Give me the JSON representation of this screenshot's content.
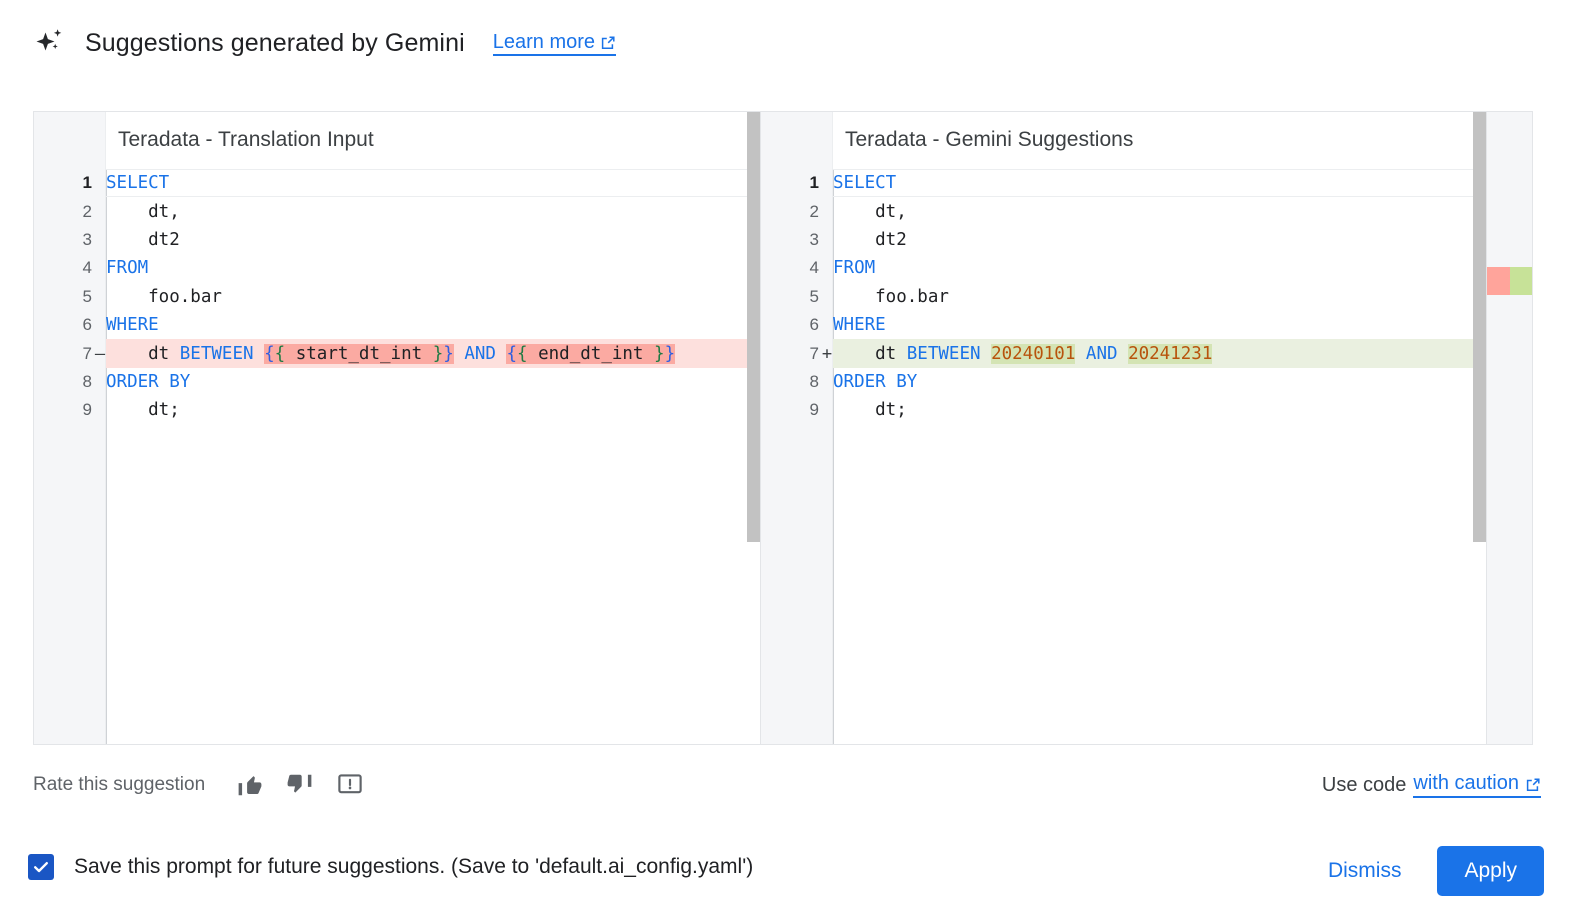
{
  "header": {
    "icon": "sparkle-icon",
    "title": "Suggestions generated by Gemini",
    "learn_more": "Learn more",
    "learn_more_icon": "external-link-icon"
  },
  "accent_colors": {
    "link": "#1a73e8",
    "primary_button": "#1a73e8",
    "checkbox": "#1a56c4",
    "diff_delete_bg": "#fde0dd",
    "diff_delete_token": "#fbaaa2",
    "diff_add_bg": "#eaf0e0",
    "diff_add_token": "#d4e4b4",
    "ruler_delete": "#ffa49b",
    "ruler_add": "#c7e298",
    "keyword": "#1a73e8",
    "number": "#b8530c"
  },
  "diff": {
    "left": {
      "title": "Teradata - Translation Input",
      "lines": [
        {
          "n": "1",
          "sign": "",
          "state": "current",
          "tokens": [
            {
              "t": "SELECT",
              "c": "kw"
            }
          ]
        },
        {
          "n": "2",
          "sign": "",
          "state": "normal",
          "tokens": [
            {
              "t": "    dt,",
              "c": "plain"
            }
          ]
        },
        {
          "n": "3",
          "sign": "",
          "state": "normal",
          "tokens": [
            {
              "t": "    dt2",
              "c": "plain"
            }
          ]
        },
        {
          "n": "4",
          "sign": "",
          "state": "normal",
          "tokens": [
            {
              "t": "FROM",
              "c": "kw"
            }
          ]
        },
        {
          "n": "5",
          "sign": "",
          "state": "normal",
          "tokens": [
            {
              "t": "    foo.bar",
              "c": "plain"
            }
          ]
        },
        {
          "n": "6",
          "sign": "",
          "state": "normal",
          "tokens": [
            {
              "t": "WHERE",
              "c": "kw"
            }
          ]
        },
        {
          "n": "7",
          "sign": "—",
          "state": "delete",
          "tokens": [
            {
              "t": "    dt ",
              "c": "plain"
            },
            {
              "t": "BETWEEN",
              "c": "kw"
            },
            {
              "t": " ",
              "c": "plain"
            },
            {
              "t": "{{ start_dt_int }}",
              "c": "tpl",
              "hl": "del"
            },
            {
              "t": " ",
              "c": "plain"
            },
            {
              "t": "AND",
              "c": "kw"
            },
            {
              "t": " ",
              "c": "plain"
            },
            {
              "t": "{{ end_dt_int }}",
              "c": "tpl",
              "hl": "del"
            }
          ]
        },
        {
          "n": "8",
          "sign": "",
          "state": "normal",
          "tokens": [
            {
              "t": "ORDER BY",
              "c": "kw"
            }
          ]
        },
        {
          "n": "9",
          "sign": "",
          "state": "normal",
          "tokens": [
            {
              "t": "    dt;",
              "c": "plain"
            }
          ]
        }
      ]
    },
    "right": {
      "title": "Teradata - Gemini Suggestions",
      "lines": [
        {
          "n": "1",
          "sign": "",
          "state": "current",
          "tokens": [
            {
              "t": "SELECT",
              "c": "kw"
            }
          ]
        },
        {
          "n": "2",
          "sign": "",
          "state": "normal",
          "tokens": [
            {
              "t": "    dt,",
              "c": "plain"
            }
          ]
        },
        {
          "n": "3",
          "sign": "",
          "state": "normal",
          "tokens": [
            {
              "t": "    dt2",
              "c": "plain"
            }
          ]
        },
        {
          "n": "4",
          "sign": "",
          "state": "normal",
          "tokens": [
            {
              "t": "FROM",
              "c": "kw"
            }
          ]
        },
        {
          "n": "5",
          "sign": "",
          "state": "normal",
          "tokens": [
            {
              "t": "    foo.bar",
              "c": "plain"
            }
          ]
        },
        {
          "n": "6",
          "sign": "",
          "state": "normal",
          "tokens": [
            {
              "t": "WHERE",
              "c": "kw"
            }
          ]
        },
        {
          "n": "7",
          "sign": "+",
          "state": "add",
          "tokens": [
            {
              "t": "    dt ",
              "c": "plain"
            },
            {
              "t": "BETWEEN",
              "c": "kw"
            },
            {
              "t": " ",
              "c": "plain"
            },
            {
              "t": "20240101",
              "c": "num",
              "hl": "add"
            },
            {
              "t": " ",
              "c": "plain"
            },
            {
              "t": "AND",
              "c": "kw"
            },
            {
              "t": " ",
              "c": "plain"
            },
            {
              "t": "20241231",
              "c": "num",
              "hl": "add"
            }
          ]
        },
        {
          "n": "8",
          "sign": "",
          "state": "normal",
          "tokens": [
            {
              "t": "ORDER BY",
              "c": "kw"
            }
          ]
        },
        {
          "n": "9",
          "sign": "",
          "state": "normal",
          "tokens": [
            {
              "t": "    dt;",
              "c": "plain"
            }
          ]
        }
      ]
    }
  },
  "rate": {
    "label": "Rate this suggestion",
    "thumb_up_icon": "thumb-up-icon",
    "thumb_down_icon": "thumb-down-icon",
    "report_icon": "report-feedback-icon"
  },
  "caution": {
    "prefix": "Use code",
    "link": "with caution",
    "icon": "external-link-icon"
  },
  "footer": {
    "checkbox_checked": true,
    "checkbox_label": "Save this prompt for future suggestions. (Save to 'default.ai_config.yaml')",
    "dismiss_label": "Dismiss",
    "apply_label": "Apply"
  }
}
